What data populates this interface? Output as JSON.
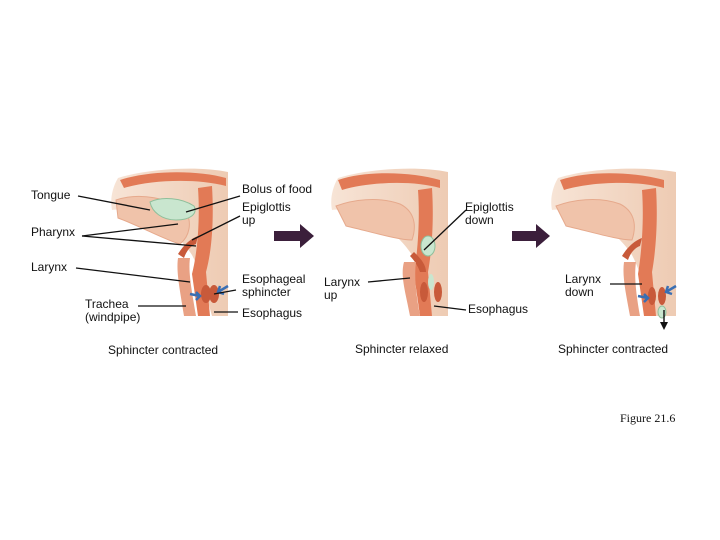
{
  "labels": {
    "tongue": "Tongue",
    "pharynx": "Pharynx",
    "larynx": "Larynx",
    "trachea_line1": "Trachea",
    "trachea_line2": "(windpipe)",
    "bolus": "Bolus of food",
    "epiglottis_up_line1": "Epiglottis",
    "epiglottis_up_line2": "up",
    "esophageal_sphincter_line1": "Esophageal",
    "esophageal_sphincter_line2": "sphincter",
    "esophagus_1": "Esophagus",
    "larynx_up_line1": "Larynx",
    "larynx_up_line2": "up",
    "epiglottis_down_line1": "Epiglottis",
    "epiglottis_down_line2": "down",
    "esophagus_2": "Esophagus",
    "larynx_down_line1": "Larynx",
    "larynx_down_line2": "down"
  },
  "panel_captions": {
    "panel1": "Sphincter contracted",
    "panel2": "Sphincter relaxed",
    "panel3": "Sphincter contracted"
  },
  "figure_caption": "Figure 21.6",
  "colors": {
    "tissue": "#f3d7c4",
    "muscle": "#e27a56",
    "muscle_dark": "#c85a3a",
    "bolus": "#c9e6cf",
    "arrow": "#3b1f3b",
    "blue_arrow": "#3a6fb3"
  }
}
